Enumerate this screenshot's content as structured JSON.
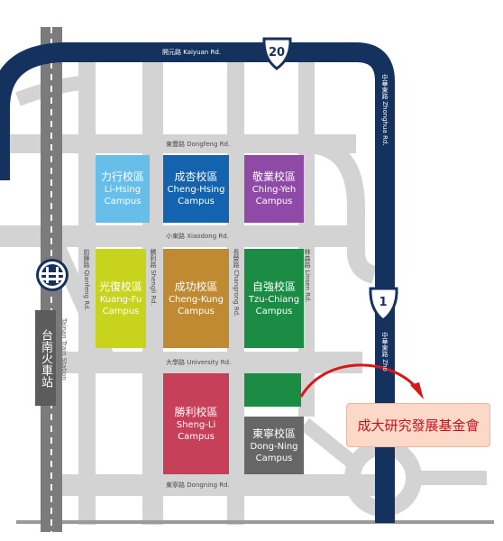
{
  "roads": {
    "kaiyuan": "開元路 Kaiyuan Rd.",
    "dongfeng": "東豐路 Dongfeng Rd.",
    "xiaodong": "小東路 Xiaodong Rd.",
    "university": "大學路 University Rd.",
    "dongning": "東寧路 Dongning Rd.",
    "qianfeng": "前鋒路 Qianfeng Rd.",
    "shengli": "勝利路 Shengli Rd.",
    "changrong": "長榮路 Changrong Rd.",
    "linsen": "林森路 Linsen Rd.",
    "zhonghua": "中華東路 Zhonghua Rd.",
    "zhonghua_lower": "中華東路 Zho"
  },
  "highways": {
    "h20": "20",
    "h1": "1"
  },
  "station": {
    "name_zh": "台南火車站",
    "name_en": "Tainan Train Station"
  },
  "campuses": [
    {
      "zh": "力行校區",
      "en": "Li-Hsing Campus",
      "color": "#67bfe9"
    },
    {
      "zh": "成杏校區",
      "en": "Cheng-Hsing Campus",
      "color": "#1463ae"
    },
    {
      "zh": "敬業校區",
      "en": "Ching-Yeh Campus",
      "color": "#8e4aa6"
    },
    {
      "zh": "光復校區",
      "en": "Kuang-Fu Campus",
      "color": "#c7d31c"
    },
    {
      "zh": "成功校區",
      "en": "Cheng-Kung Campus",
      "color": "#c08a33"
    },
    {
      "zh": "自強校區",
      "en": "Tzu-Chiang Campus",
      "color": "#1b8c44"
    },
    {
      "zh": "勝利校區",
      "en": "Sheng-Li Campus",
      "color": "#c7405a"
    },
    {
      "zh": "東寧校區",
      "en": "Dong-Ning Campus",
      "color": "#666666"
    }
  ],
  "extra_block_color": "#1b8c44",
  "road_color": "#d3d3d3",
  "highway_color": "#15325f",
  "foundation": {
    "label": "成大研究發展基金會",
    "arrow_color": "#d81818"
  }
}
